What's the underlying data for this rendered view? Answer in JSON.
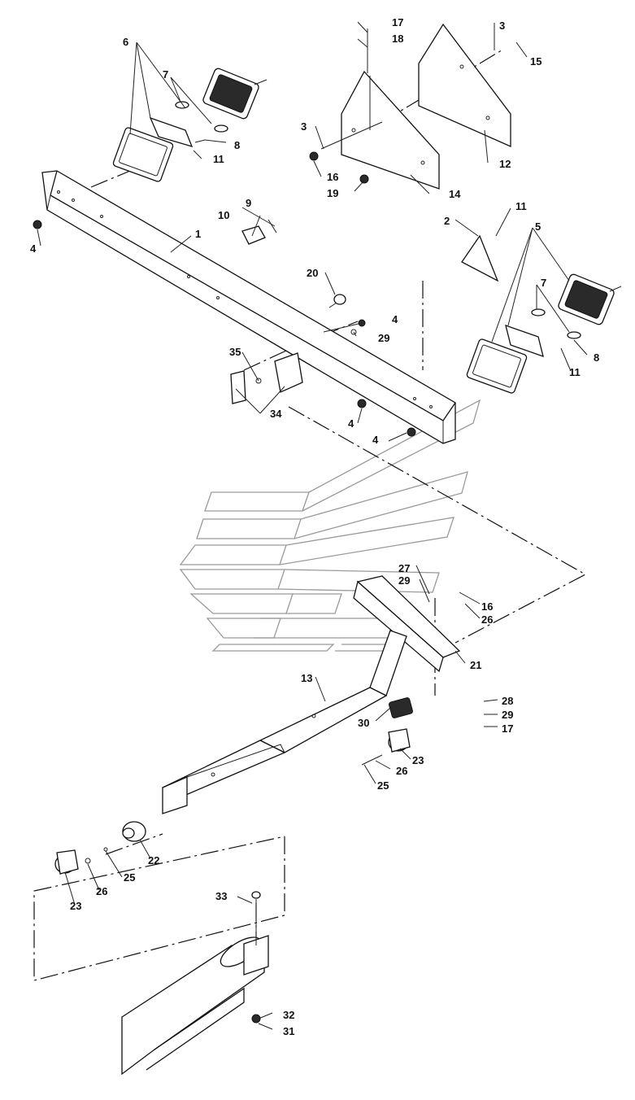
{
  "labels": {
    "l1": "1",
    "l2": "2",
    "l3a": "3",
    "l3b": "3",
    "l4a": "4",
    "l4b": "4",
    "l4c": "4",
    "l4d": "4",
    "l5": "5",
    "l6": "6",
    "l7a": "7",
    "l7b": "7",
    "l8a": "8",
    "l8b": "8",
    "l9": "9",
    "l10": "10",
    "l11a": "11",
    "l11b": "11",
    "l11c": "11",
    "l12": "12",
    "l13": "13",
    "l14": "14",
    "l15": "15",
    "l16a": "16",
    "l16b": "16",
    "l17a": "17",
    "l17b": "17",
    "l18": "18",
    "l19": "19",
    "l20": "20",
    "l21": "21",
    "l22": "22",
    "l23a": "23",
    "l23b": "23",
    "l25a": "25",
    "l25b": "25",
    "l26a": "26",
    "l26b": "26",
    "l26c": "26",
    "l27": "27",
    "l28": "28",
    "l29a": "29",
    "l29b": "29",
    "l29c": "29",
    "l30": "30",
    "l31": "31",
    "l32": "32",
    "l33": "33",
    "l34": "34",
    "l35": "35"
  }
}
